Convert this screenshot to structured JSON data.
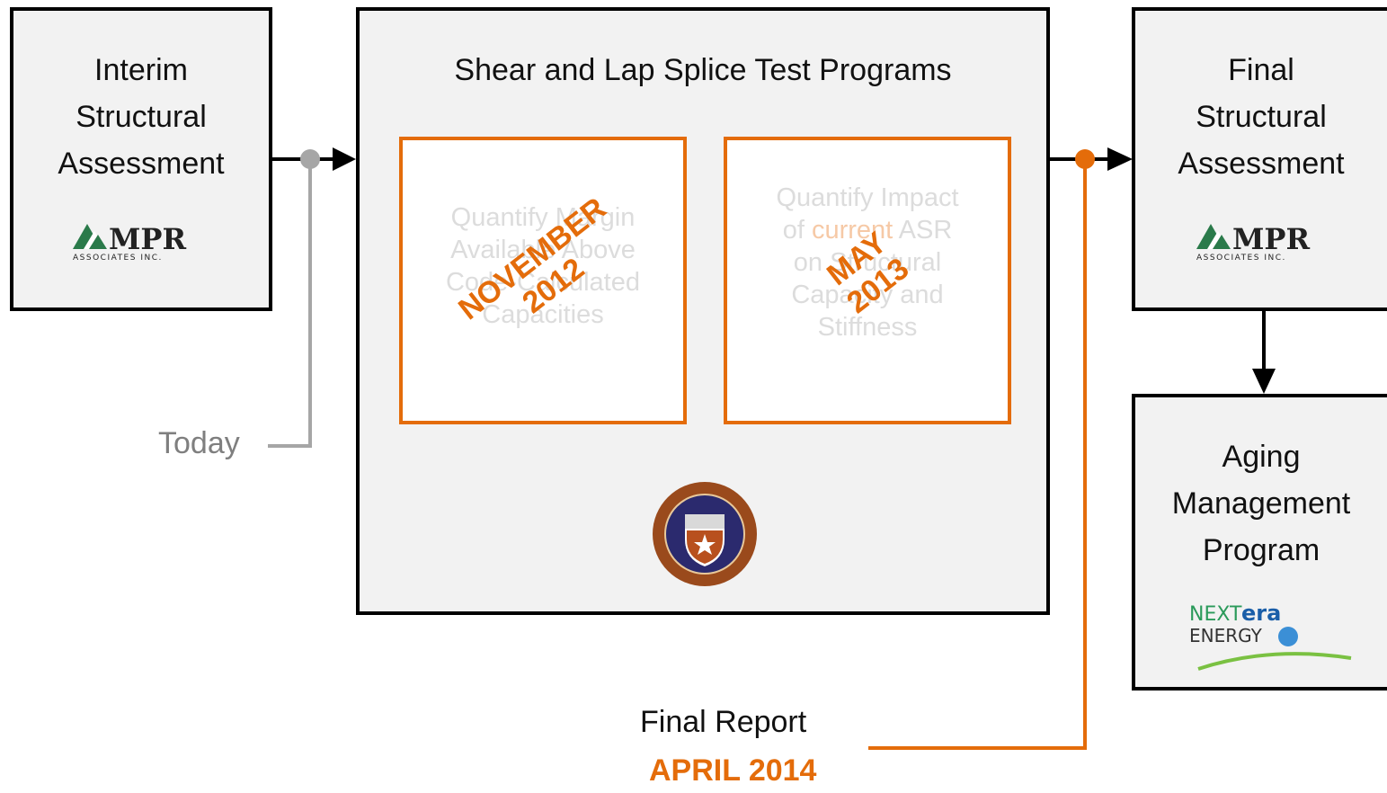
{
  "colors": {
    "accent": "#e46c0a",
    "today_line": "#a6a6a6",
    "box_fill": "#f2f2f2",
    "border": "#000000"
  },
  "left_box": {
    "title": "Interim\nStructural\nAssessment",
    "logo_name": "MPR",
    "logo_sub": "ASSOCIATES  INC."
  },
  "center_box": {
    "title": "Shear and Lap Splice Test Programs",
    "task1": {
      "ghost_text": "Quantify Margin\nAvailable Above\nCode-Calculated\nCapacities",
      "stamp": "NOVEMBER\n2012"
    },
    "task2": {
      "ghost_pre": "Quantify Impact\nof ",
      "ghost_hl": "current",
      "ghost_post": " ASR\non Structural\nCapacity and\nStiffness",
      "stamp": "MAY\n2013"
    },
    "seal": "university-seal"
  },
  "right_box": {
    "title": "Final\nStructural\nAssessment",
    "logo_name": "MPR",
    "logo_sub": "ASSOCIATES  INC."
  },
  "aging_box": {
    "title": "Aging\nManagement\nProgram",
    "logo_next": "NEXT",
    "logo_era": "era",
    "logo_energy": "ENERGY"
  },
  "today_label": "Today",
  "final_report": {
    "label": "Final Report",
    "date": "APRIL 2014"
  }
}
